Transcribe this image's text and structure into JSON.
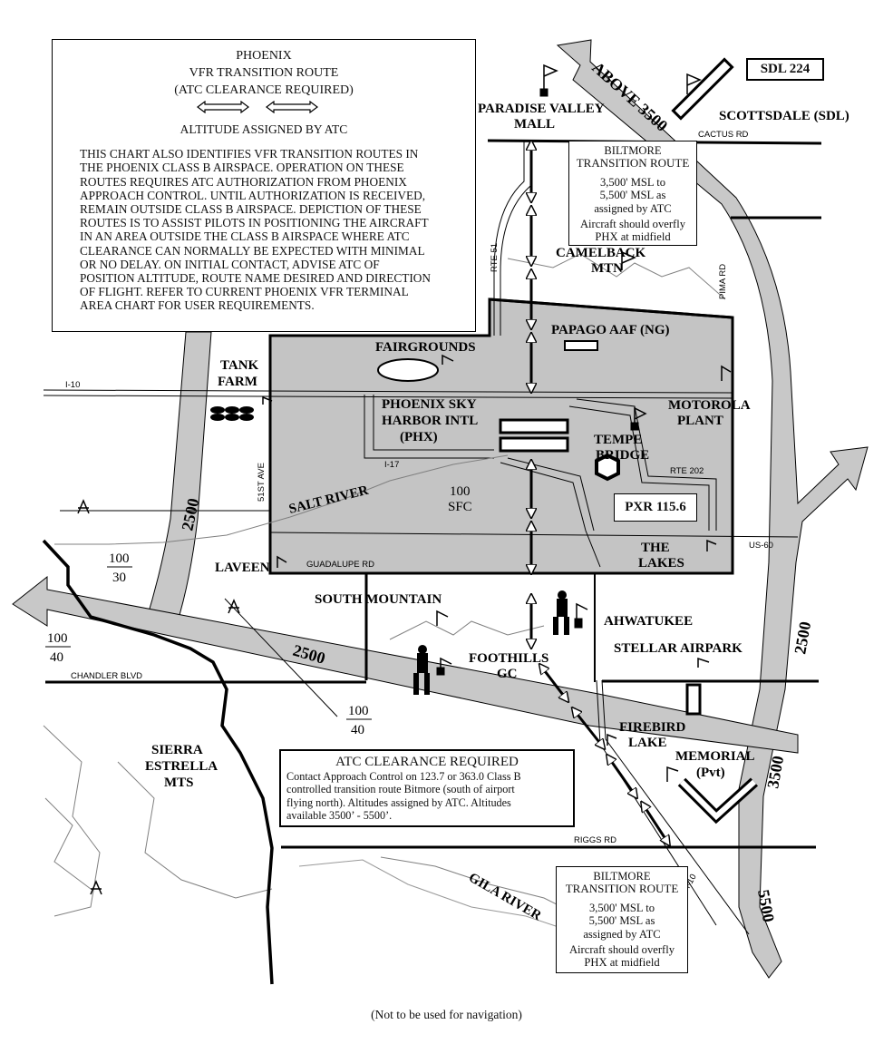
{
  "info_panel": {
    "title_line1": "PHOENIX",
    "title_line2": "VFR TRANSITION ROUTE",
    "title_line3": "(ATC CLEARANCE REQUIRED)",
    "altitude_label": "ALTITUDE ASSIGNED BY ATC",
    "body_lines": [
      "THIS CHART ALSO IDENTIFIES VFR TRANSITION ROUTES IN",
      "THE PHOENIX CLASS B AIRSPACE. OPERATION ON THESE",
      "ROUTES REQUIRES ATC AUTHORIZATION FROM PHOENIX",
      "APPROACH CONTROL. UNTIL AUTHORIZATION IS RECEIVED,",
      "REMAIN OUTSIDE  CLASS B AIRSPACE. DEPICTION OF THESE",
      "ROUTES IS TO ASSIST PILOTS IN POSITIONING THE AIRCRAFT",
      "IN AN AREA OUTSIDE THE  CLASS B AIRSPACE WHERE ATC",
      "CLEARANCE CAN NORMALLY BE EXPECTED WITH MINIMAL",
      "OR NO DELAY. ON INITIAL CONTACT, ADVISE ATC OF",
      "POSITION ALTITUDE, ROUTE NAME DESIRED AND DIRECTION",
      "OF FLIGHT. REFER TO CURRENT PHOENIX VFR TERMINAL",
      "AREA CHART FOR USER REQUIREMENTS."
    ]
  },
  "atc_clearance_box": {
    "title": "ATC CLEARANCE REQUIRED",
    "lines": [
      "Contact Approach Control on 123.7 or 363.0 Class B",
      "controlled transition route Bitmore (south of airport",
      "flying north). Altitudes assigned by ATC. Altitudes",
      "available 3500’ - 5500’."
    ]
  },
  "biltmore_boxes": [
    {
      "title_line1": "BILTMORE",
      "title_line2": "TRANSITION ROUTE",
      "alt_line1": "3,500' MSL to",
      "alt_line2": "5,500' MSL as",
      "alt_line3": "assigned by ATC",
      "note_line1": "Aircraft should overfly",
      "note_line2": "PHX at midfield"
    },
    {
      "title_line1": "BILTMORE",
      "title_line2": "TRANSITION ROUTE",
      "alt_line1": "3,500' MSL to",
      "alt_line2": "5,500' MSL as",
      "alt_line3": "assigned by ATC",
      "note_line1": "Aircraft should overfly",
      "note_line2": "PHX at midfield"
    }
  ],
  "navaid": {
    "label": "PXR 115.6"
  },
  "sdl_tag": {
    "label": "SDL 224"
  },
  "places": {
    "paradise_valley_1": "PARADISE VALLEY",
    "paradise_valley_2": "MALL",
    "scottsdale": "SCOTTSDALE (SDL)",
    "camelback_1": "CAMELBACK",
    "camelback_2": "MTN",
    "papago": "PAPAGO AAF (NG)",
    "fairgrounds": "FAIRGROUNDS",
    "tank_1": "TANK",
    "tank_2": "FARM",
    "phx_1": "PHOENIX SKY",
    "phx_2": "HARBOR INTL",
    "phx_3": "(PHX)",
    "motorola_1": "MOTOROLA",
    "motorola_2": "PLANT",
    "tempe_1": "TEMPE",
    "tempe_2": "BRIDGE",
    "salt_river": "SALT RIVER",
    "laveen": "LAVEEN",
    "lakes_1": "THE",
    "lakes_2": "LAKES",
    "south_mountain": "SOUTH MOUNTAIN",
    "ahwatukee": "AHWATUKEE",
    "stellar": "STELLAR AIRPARK",
    "foothills_1": "FOOTHILLS",
    "foothills_2": "GC",
    "firebird_1": "FIREBIRD",
    "firebird_2": "LAKE",
    "memorial_1": "MEMORIAL",
    "memorial_2": "(Pvt)",
    "sierra_1": "SIERRA",
    "sierra_2": "ESTRELLA",
    "sierra_3": "MTS",
    "gila_river": "GILA RIVER"
  },
  "roads": {
    "cactus": "CACTUS RD",
    "rte51": "RTE 51",
    "pima": "PIMA RD",
    "i10_west": "I-10",
    "i17": "I-17",
    "ave51": "51ST AVE",
    "rte202": "RTE 202",
    "us60": "US-60",
    "guadalupe": "GUADALUPE RD",
    "chandler": "CHANDLER BLVD",
    "riggs": "RIGGS RD",
    "i10_south": "I-10"
  },
  "airspace_labels": {
    "above3500": "ABOVE 3500",
    "alt_2500_west": "2500",
    "alt_2500_south": "2500",
    "alt_2500_east": "2500",
    "alt_3500": "3500",
    "alt_5500": "5500",
    "inner_top": "100",
    "inner_bottom": "SFC",
    "west_top": "100",
    "west_bottom": "30",
    "sw_top": "100",
    "sw_bottom": "40",
    "south_top": "100",
    "south_bottom": "40"
  },
  "footer": "(Not to be used for navigation)",
  "colors": {
    "class_b_fill": "#c4c4c4",
    "corridor_fill": "#c8c8c8",
    "line": "#000000",
    "terrain": "#808080"
  }
}
